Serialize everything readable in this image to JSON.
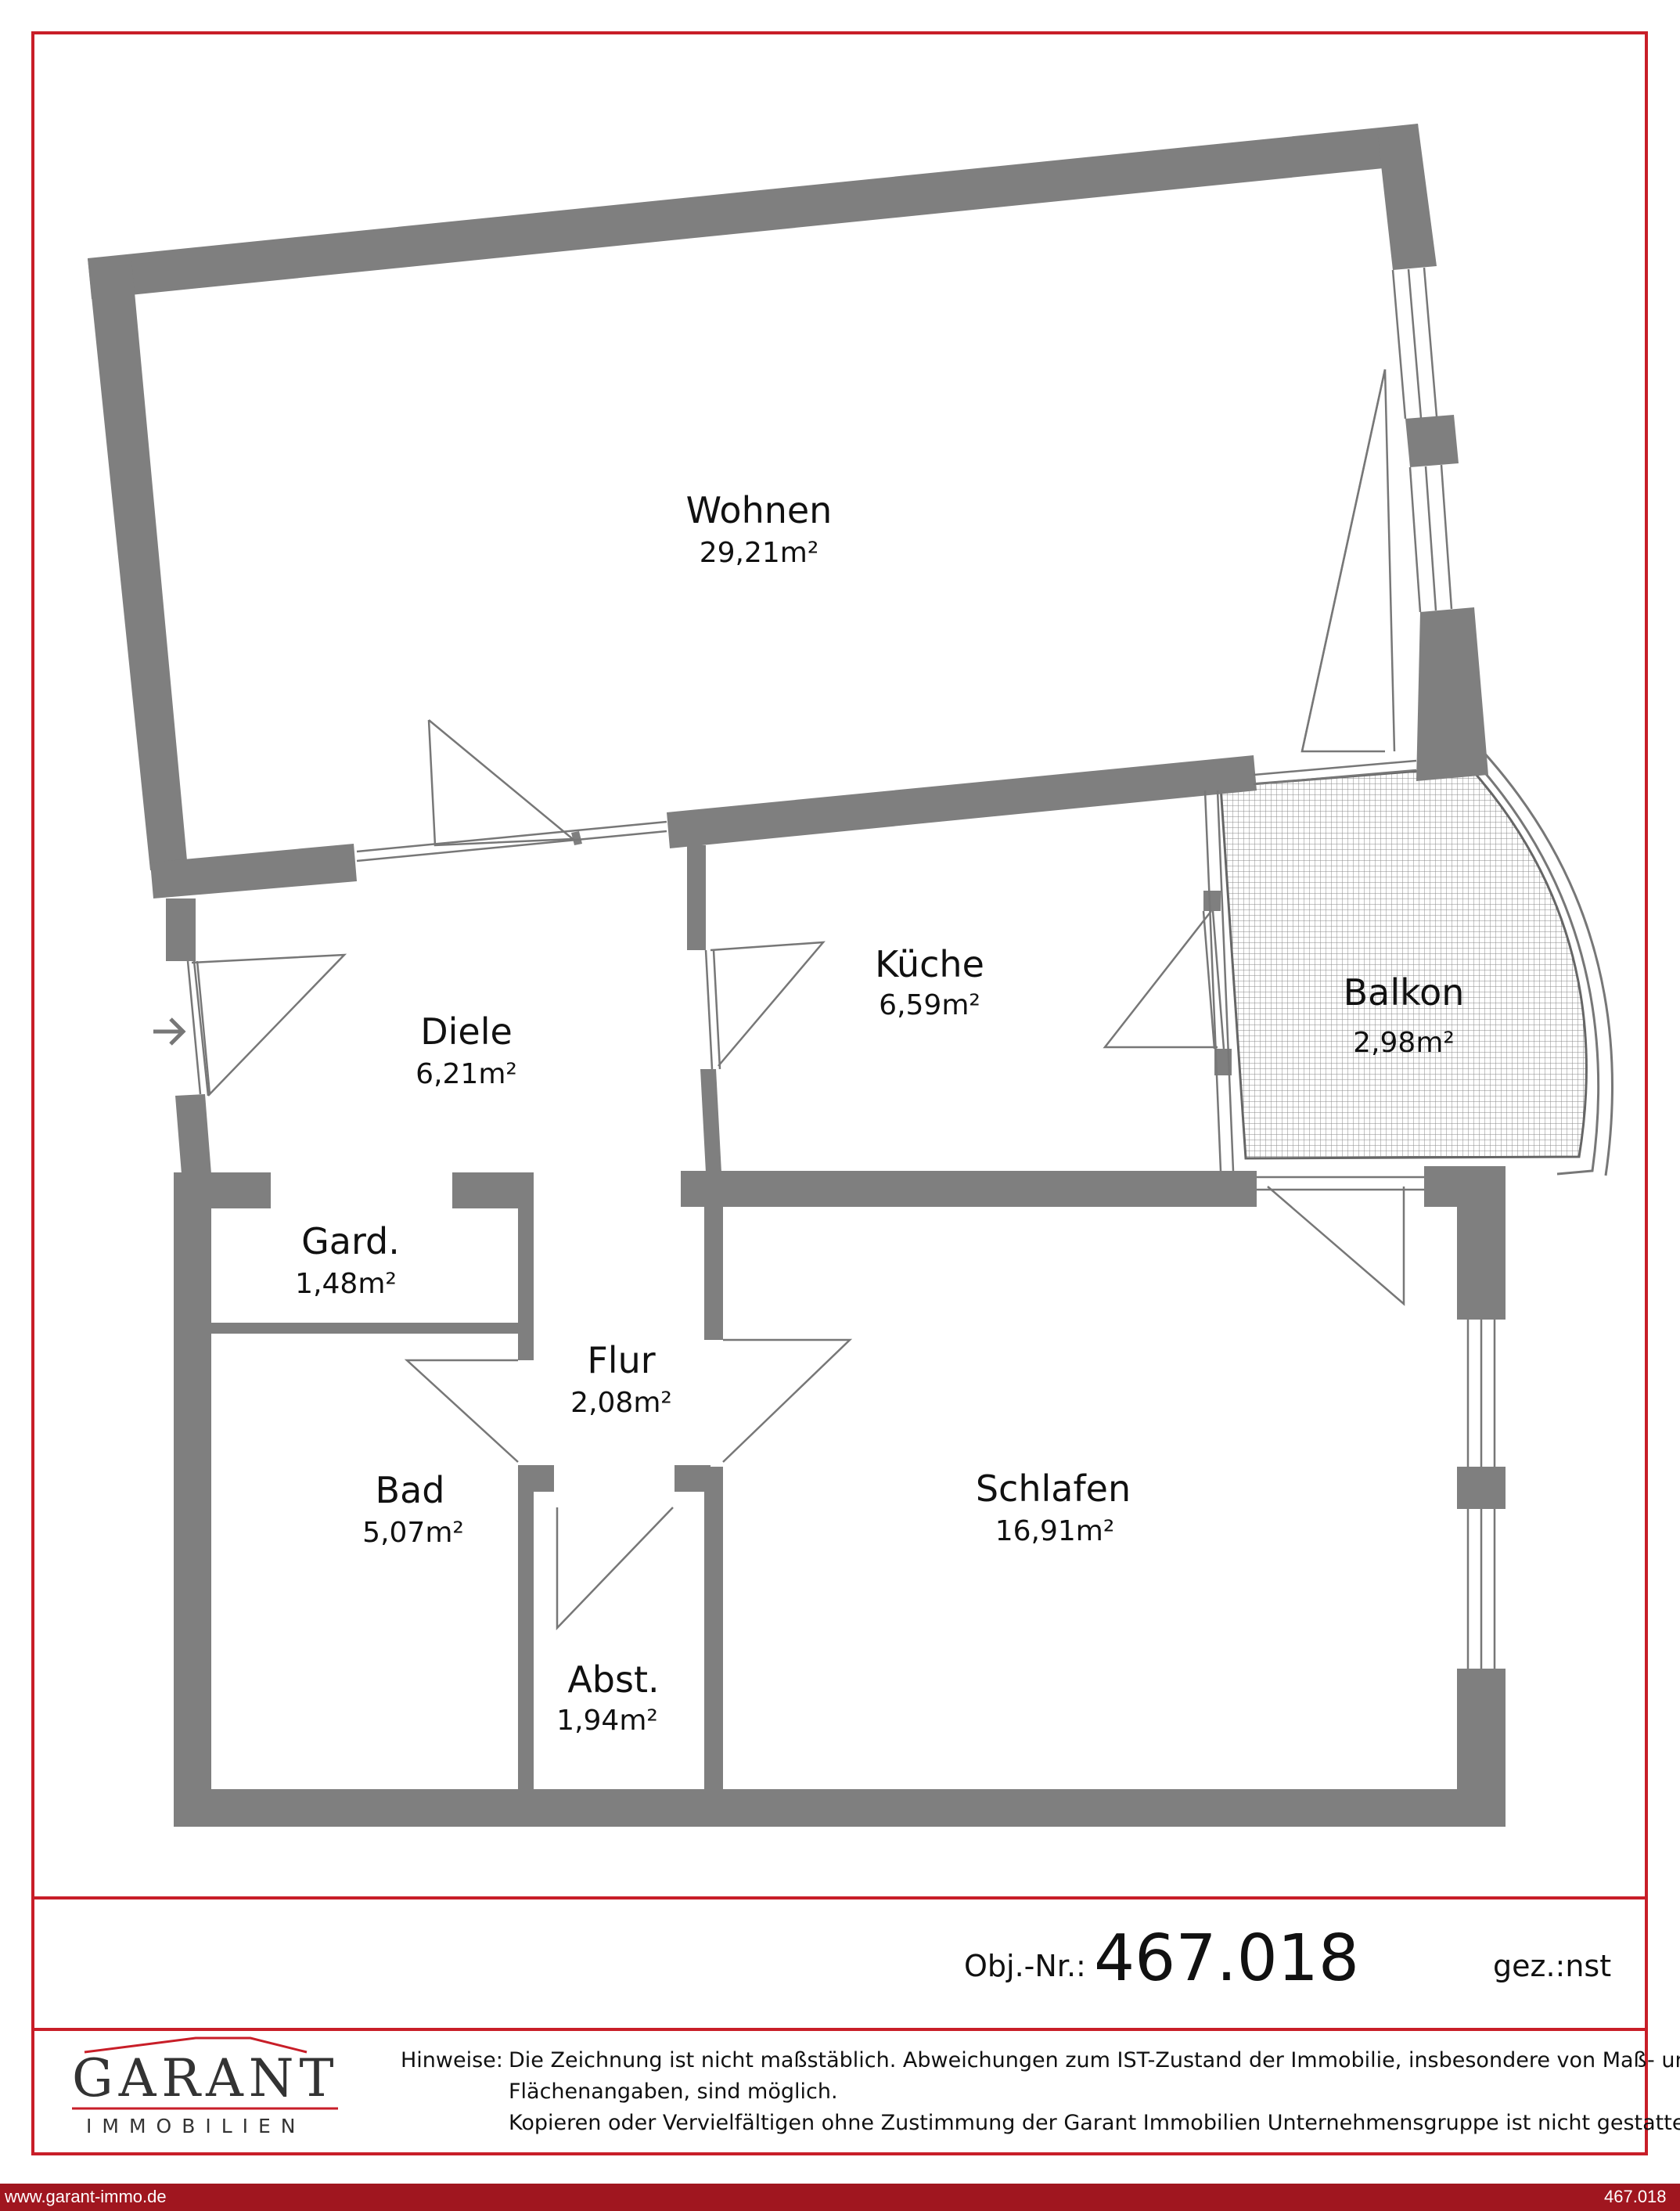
{
  "rooms": [
    {
      "name": "Wohnen",
      "area": "29,21m²"
    },
    {
      "name": "Küche",
      "area": "6,59m²"
    },
    {
      "name": "Balkon",
      "area": "2,98m²"
    },
    {
      "name": "Diele",
      "area": "6,21m²"
    },
    {
      "name": "Gard.",
      "area": "1,48m²"
    },
    {
      "name": "Flur",
      "area": "2,08m²"
    },
    {
      "name": "Bad",
      "area": "5,07m²"
    },
    {
      "name": "Schlafen",
      "area": "16,91m²"
    },
    {
      "name": "Abst.",
      "area": "1,94m²"
    }
  ],
  "footer": {
    "obj_label": "Obj.-Nr.:",
    "obj_number": "467.018",
    "drawn_by": "gez.:nst",
    "notes_label": "Hinweise:",
    "notes": [
      "Die Zeichnung ist nicht maßstäblich. Abweichungen zum IST-Zustand der Immobilie, insbesondere von Maß- und",
      "Flächenangaben, sind möglich.",
      "Kopieren oder Vervielfältigen ohne Zustimmung der Garant Immobilien Unternehmensgruppe ist nicht gestattet!"
    ],
    "website": "www.garant-immo.de",
    "ref_number": "467.018"
  },
  "logo": {
    "word": "GARANT",
    "sub": "IMMOBILIEN",
    "icon": "roof-logo-icon"
  },
  "colors": {
    "wall": "#7f7f7f",
    "brand_red": "#c81e28",
    "footer_bar": "#a0161f"
  },
  "icons": {
    "entrance": "entrance-arrow-icon"
  }
}
